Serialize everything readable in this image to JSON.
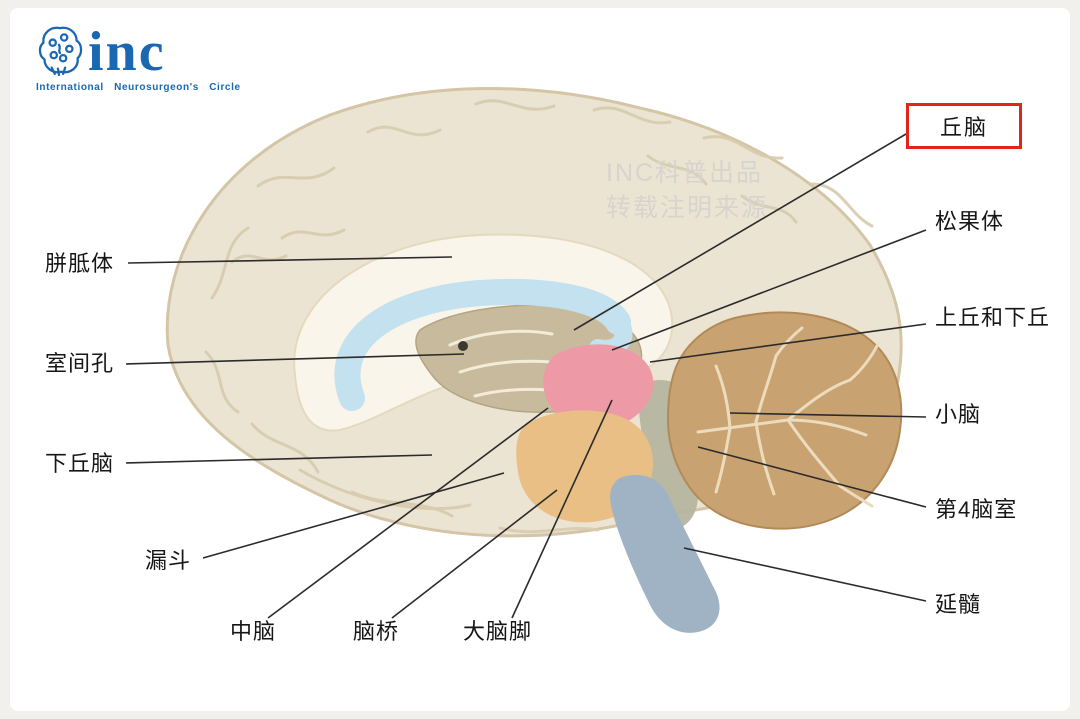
{
  "logo": {
    "brand": "inc",
    "subtitle": "International Neurosurgeon's Circle"
  },
  "watermark": {
    "line1": "INC科普出品",
    "line2": "转载注明来源"
  },
  "diagram": {
    "labels_left": [
      {
        "id": "corpus-callosum",
        "text": "胼胝体"
      },
      {
        "id": "interventricular-foramen",
        "text": "室间孔"
      },
      {
        "id": "hypothalamus",
        "text": "下丘脑"
      },
      {
        "id": "infundibulum",
        "text": "漏斗"
      },
      {
        "id": "midbrain",
        "text": "中脑"
      },
      {
        "id": "pons",
        "text": "脑桥"
      },
      {
        "id": "cerebral-peduncle",
        "text": "大脑脚"
      }
    ],
    "labels_right": [
      {
        "id": "thalamus",
        "text": "丘脑",
        "highlighted": true
      },
      {
        "id": "pineal-gland",
        "text": "松果体"
      },
      {
        "id": "colliculi",
        "text": "上丘和下丘"
      },
      {
        "id": "cerebellum",
        "text": "小脑"
      },
      {
        "id": "fourth-ventricle",
        "text": "第4脑室"
      },
      {
        "id": "medulla",
        "text": "延髓"
      }
    ]
  },
  "colors": {
    "highlight_red": "#e1251b",
    "brand_blue": "#1b67b2",
    "cerebrum": "#ece4d2",
    "corpus_callosum_blue": "#c3e1ee",
    "thalamus_mass": "#c8bb9d",
    "midbrain_pink": "#ee9aa6",
    "pons_orange": "#eabf86",
    "medulla_slate": "#9fb3c4",
    "cerebellum_tan": "#c9a271",
    "fourth_ventricle_area": "#b6b5a0",
    "watermark_gray": "#d6d4cf"
  }
}
